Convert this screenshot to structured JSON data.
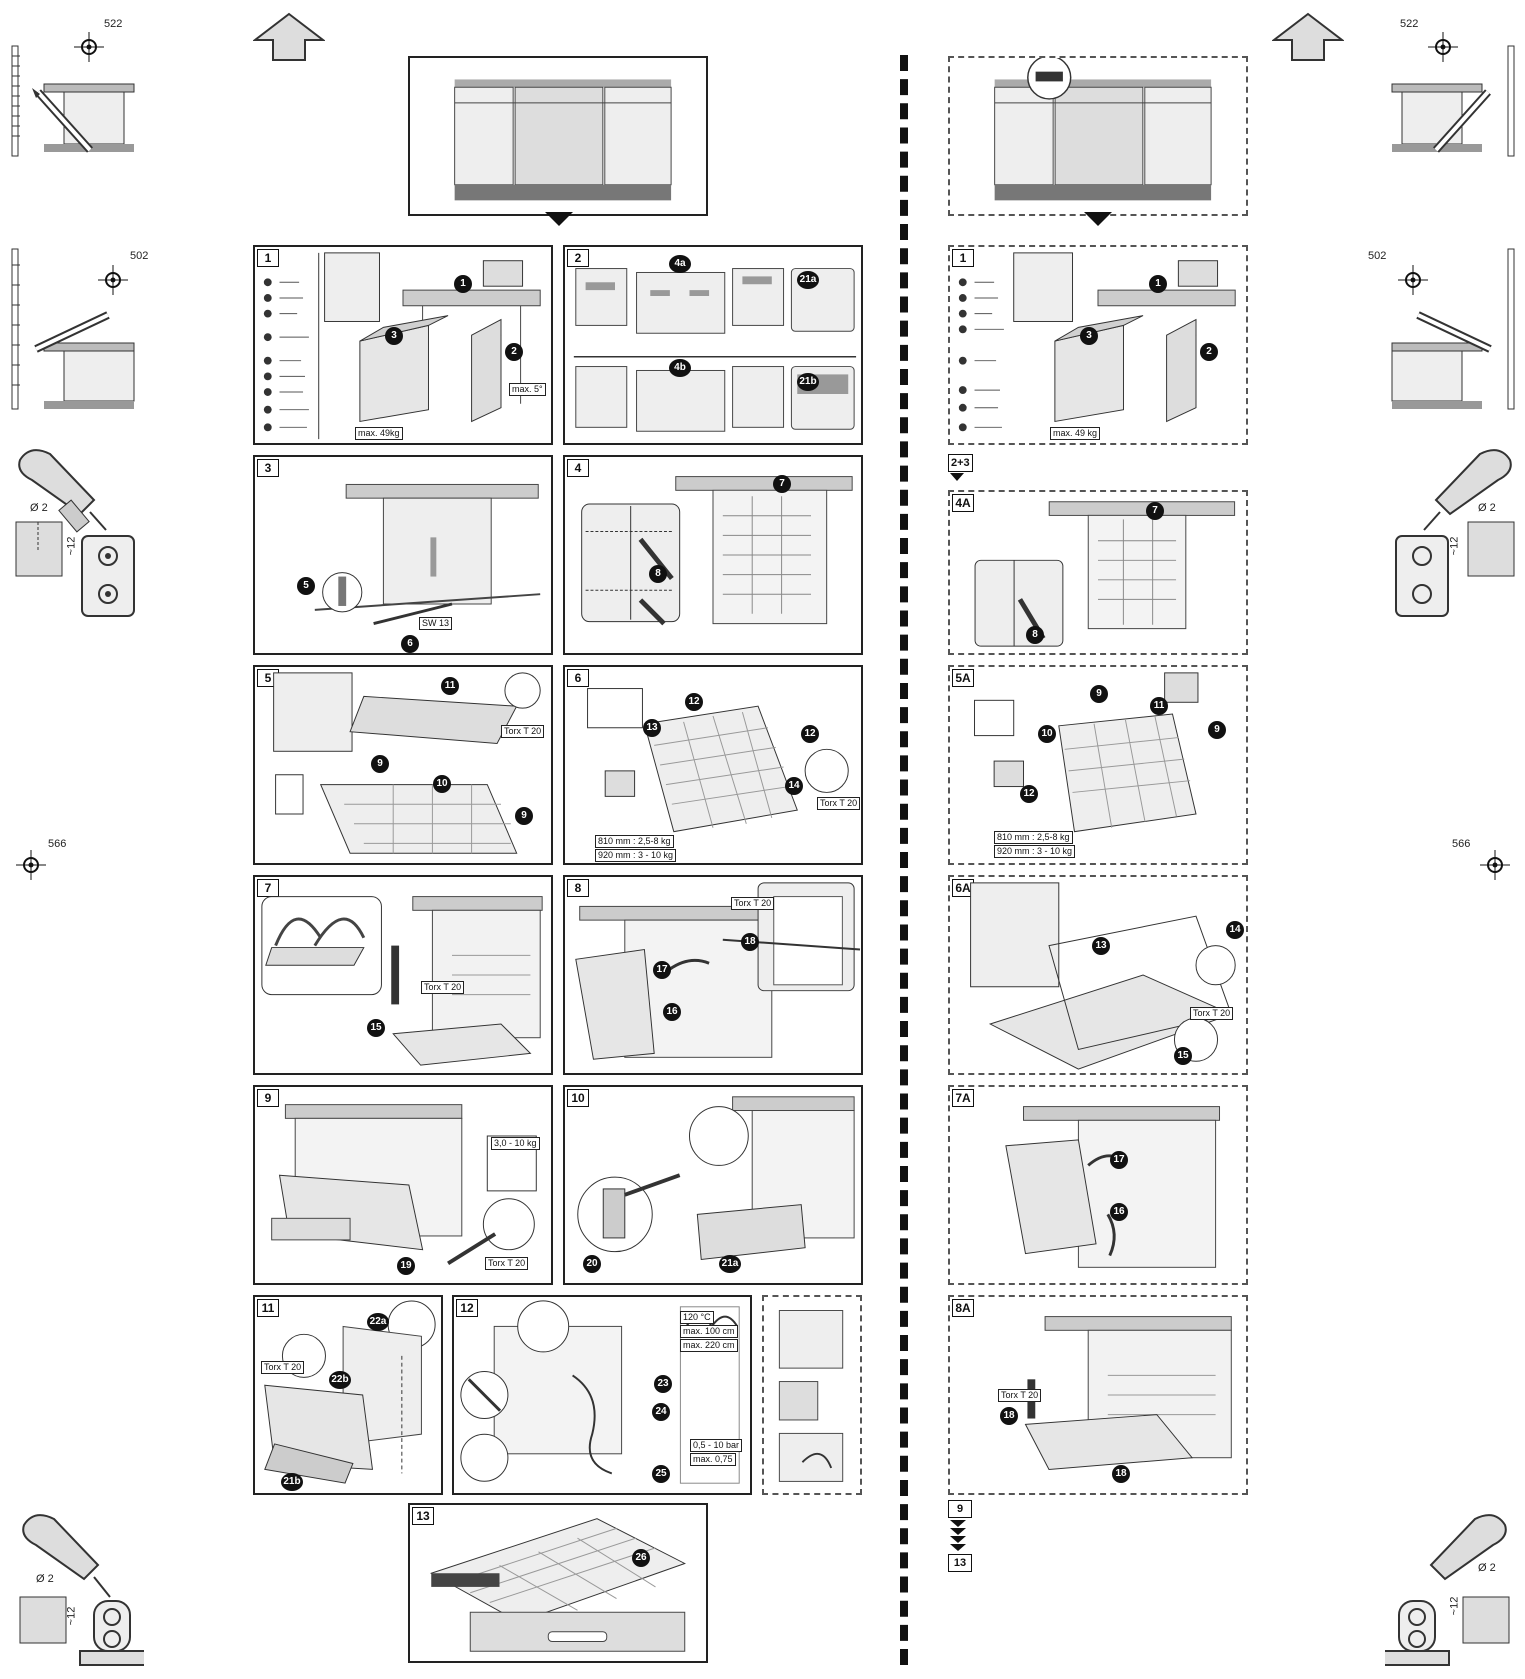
{
  "margin": {
    "dim_522_left": "522",
    "dim_522_right": "522",
    "dim_502_left": "502",
    "dim_502_right": "502",
    "dim_566_left": "566",
    "dim_566_right": "566",
    "drill_d_left": "Ø 2",
    "drill_d_right": "Ø 2",
    "drill_depth_left": "~12",
    "drill_depth_right": "~12",
    "drill_d_left_bottom": "Ø 2",
    "drill_d_right_bottom": "Ø 2",
    "drill_depth_left_bottom": "~12",
    "drill_depth_right_bottom": "~12"
  },
  "left_panels": [
    {
      "num": "1",
      "tags": [
        "max. 49kg",
        "max. 5°"
      ],
      "callouts": [
        "1",
        "2",
        "3"
      ]
    },
    {
      "num": "2",
      "callouts": [
        "4a",
        "21a",
        "4b",
        "21b"
      ]
    },
    {
      "num": "3",
      "tags": [
        "SW 13"
      ],
      "callouts": [
        "5",
        "6"
      ]
    },
    {
      "num": "4",
      "callouts": [
        "7",
        "8"
      ]
    },
    {
      "num": "5",
      "tags": [
        "Torx T 20"
      ],
      "callouts": [
        "11",
        "9",
        "10",
        "9"
      ]
    },
    {
      "num": "6",
      "tags": [
        "Torx T 20",
        "810 mm : 2,5-8 kg",
        "920 mm : 3 - 10 kg"
      ],
      "callouts": [
        "12",
        "13",
        "12",
        "14"
      ]
    },
    {
      "num": "7",
      "tags": [
        "Torx T 20"
      ],
      "callouts": [
        "15"
      ]
    },
    {
      "num": "8",
      "tags": [
        "Torx T 20"
      ],
      "callouts": [
        "18",
        "17",
        "16"
      ]
    },
    {
      "num": "9",
      "tags": [
        "3,0 - 10 kg",
        "Torx T 20"
      ],
      "callouts": [
        "19"
      ]
    },
    {
      "num": "10",
      "callouts": [
        "20",
        "21a"
      ]
    },
    {
      "num": "11",
      "tags": [
        "Torx T 20"
      ],
      "callouts": [
        "22a",
        "22b",
        "21b"
      ]
    },
    {
      "num": "12",
      "tags": [
        "120 °C",
        "max. 100 cm",
        "max. 220 cm",
        "0,5 - 10 bar",
        "max. 0,75"
      ],
      "callouts": [
        "23",
        "24",
        "25"
      ]
    },
    {
      "num": "13",
      "callouts": [
        "26"
      ]
    }
  ],
  "right_panels": [
    {
      "num": "1",
      "tags": [
        "max. 49 kg"
      ],
      "callouts": [
        "1",
        "2",
        "3"
      ]
    },
    {
      "num": "2+3"
    },
    {
      "num": "4A",
      "callouts": [
        "7",
        "8"
      ]
    },
    {
      "num": "5A",
      "tags": [
        "810 mm : 2,5-8 kg",
        "920 mm : 3 - 10 kg"
      ],
      "callouts": [
        "9",
        "11",
        "10",
        "9",
        "12"
      ]
    },
    {
      "num": "6A",
      "tags": [
        "Torx T 20"
      ],
      "callouts": [
        "13",
        "14",
        "15"
      ]
    },
    {
      "num": "7A",
      "callouts": [
        "17",
        "16"
      ]
    },
    {
      "num": "8A",
      "tags": [
        "Torx T 20"
      ],
      "callouts": [
        "18",
        "18"
      ]
    },
    {
      "num": "9"
    },
    {
      "num": "13"
    }
  ]
}
